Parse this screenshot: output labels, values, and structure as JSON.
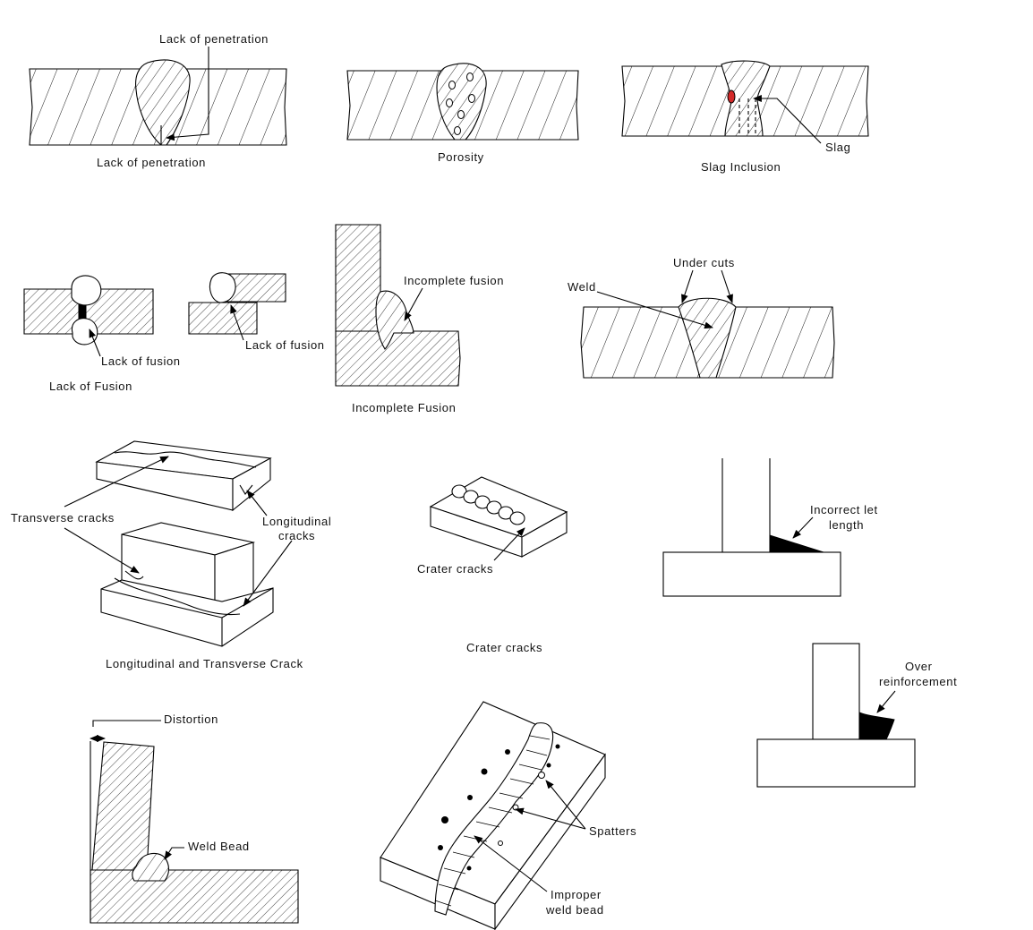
{
  "labels": {
    "lack_of_penetration_callout": "Lack of penetration",
    "lack_of_penetration_caption": "Lack of penetration",
    "porosity_caption": "Porosity",
    "slag_callout": "Slag",
    "slag_inclusion_caption": "Slag Inclusion",
    "lack_of_fusion_callout_1": "Lack of fusion",
    "lack_of_fusion_callout_2": "Lack of fusion",
    "lack_of_fusion_caption": "Lack of Fusion",
    "incomplete_fusion_callout": "Incomplete fusion",
    "incomplete_fusion_caption": "Incomplete Fusion",
    "under_cuts_callout": "Under cuts",
    "weld_callout": "Weld",
    "transverse_cracks_callout": "Transverse cracks",
    "longitudinal_cracks_callout": [
      "Longitudinal",
      "cracks"
    ],
    "long_trans_caption": "Longitudinal and Transverse Crack",
    "crater_cracks_callout": "Crater cracks",
    "crater_cracks_caption": "Crater cracks",
    "incorrect_leg_callout": [
      "Incorrect let",
      "length"
    ],
    "over_reinforcement_callout": [
      "Over",
      "reinforcement"
    ],
    "distortion_callout": "Distortion",
    "weld_bead_callout": "Weld Bead",
    "spatters_callout": "Spatters",
    "improper_bead_callout": [
      "Improper",
      "weld bead"
    ]
  },
  "colors": {
    "slag_highlight": "#d42a2a"
  }
}
